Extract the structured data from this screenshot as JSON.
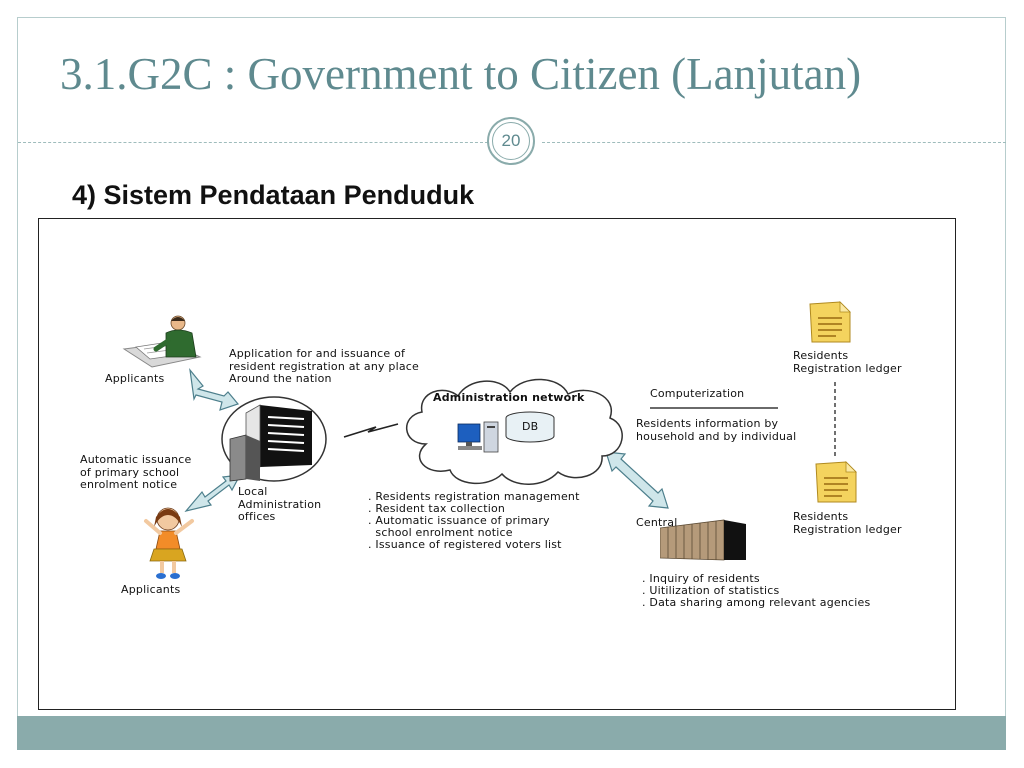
{
  "slide": {
    "title": "3.1.G2C : Government to Citizen (Lanjutan)",
    "page_number": "20",
    "section_heading": "4) Sistem Pendataan Penduduk"
  },
  "diagram": {
    "applicants_top": "Applicants",
    "application_note": [
      "Application for and issuance of",
      "resident registration at any place",
      "Around the nation"
    ],
    "auto_issuance_note": [
      "Automatic issuance",
      "of primary school",
      "enrolment notice"
    ],
    "applicants_bottom": "Applicants",
    "local_admin": [
      "Local",
      "Administration",
      "offices"
    ],
    "network_label": "Administration network",
    "db_label": "DB",
    "network_services": [
      ". Residents registration management",
      ". Resident tax collection",
      ". Automatic issuance of primary",
      "  school enrolment notice",
      ". Issuance of registered voters list"
    ],
    "computerization_label": "Computerization",
    "residents_info": [
      "Residents information by",
      "household and by individual"
    ],
    "ledger_top": [
      "Residents",
      "Registration ledger"
    ],
    "ledger_bottom": [
      "Residents",
      "Registration ledger"
    ],
    "central_label": "Central",
    "central_services": [
      ". Inquiry of residents",
      ". Uitilization of statistics",
      ". Data sharing among relevant agencies"
    ]
  },
  "colors": {
    "title": "#5f8a8f",
    "frame": "#8aabab",
    "arrow_fill": "#cfe6ea",
    "arrow_stroke": "#4d7f8c",
    "document": "#f4d35e"
  }
}
